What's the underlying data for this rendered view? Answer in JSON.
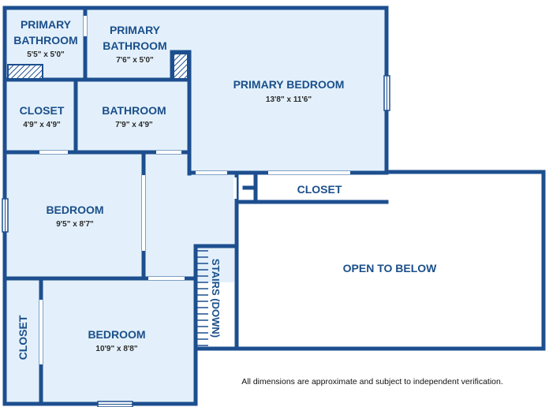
{
  "rooms": {
    "primary_bath_1": {
      "name_line1": "PRIMARY",
      "name_line2": "BATHROOM",
      "dims": "5'5\" x 5'0\""
    },
    "primary_bath_2": {
      "name_line1": "PRIMARY",
      "name_line2": "BATHROOM",
      "dims": "7'6\" x 5'0\""
    },
    "primary_bedroom": {
      "name": "PRIMARY BEDROOM",
      "dims": "13'8\" x 11'6\""
    },
    "closet_1": {
      "name": "CLOSET",
      "dims": "4'9\" x 4'9\""
    },
    "bathroom": {
      "name": "BATHROOM",
      "dims": "7'9\" x 4'9\""
    },
    "closet_2": {
      "name": "CLOSET"
    },
    "bedroom_1": {
      "name": "BEDROOM",
      "dims": "9'5\" x 8'7\""
    },
    "closet_3": {
      "name": "CLOSET"
    },
    "bedroom_2": {
      "name": "BEDROOM",
      "dims": "10'9\" x 8'8\""
    },
    "stairs": {
      "name": "STAIRS (DOWN)"
    },
    "open_to_below": {
      "name": "OPEN TO BELOW"
    }
  },
  "disclaimer": "All dimensions are approximate and subject to independent verification.",
  "colors": {
    "wall": "#1d4f8f",
    "floor": "#e3f0fb",
    "label": "#1b4f8a"
  }
}
